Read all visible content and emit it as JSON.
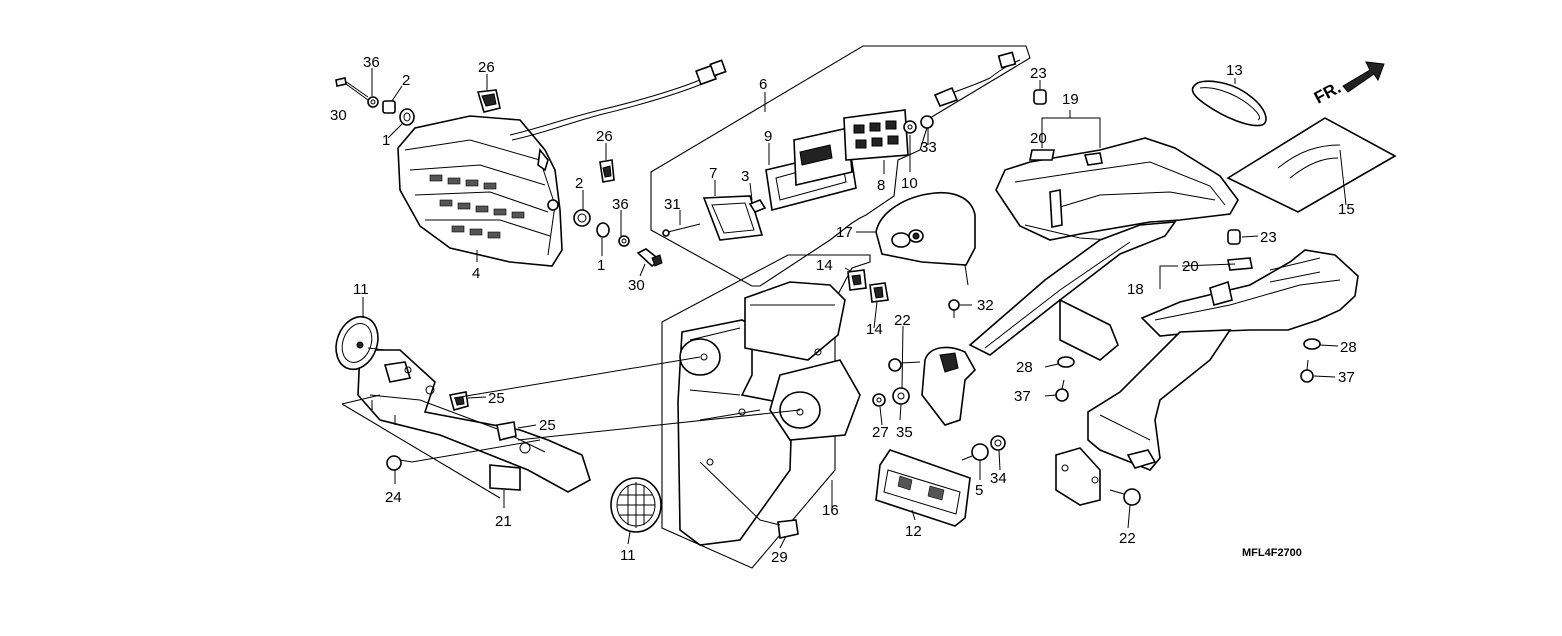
{
  "diagram": {
    "code": "MFL4F2700",
    "direction_label": "FR.",
    "callouts": [
      {
        "id": "c30a",
        "text": "30"
      },
      {
        "id": "c36a",
        "text": "36"
      },
      {
        "id": "c2a",
        "text": "2"
      },
      {
        "id": "c1a",
        "text": "1"
      },
      {
        "id": "c26a",
        "text": "26"
      },
      {
        "id": "c26b",
        "text": "26"
      },
      {
        "id": "c4",
        "text": "4"
      },
      {
        "id": "c2b",
        "text": "2"
      },
      {
        "id": "c36b",
        "text": "36"
      },
      {
        "id": "c1b",
        "text": "1"
      },
      {
        "id": "c30b",
        "text": "30"
      },
      {
        "id": "c6",
        "text": "6"
      },
      {
        "id": "c9",
        "text": "9"
      },
      {
        "id": "c7",
        "text": "7"
      },
      {
        "id": "c3",
        "text": "3"
      },
      {
        "id": "c31",
        "text": "31"
      },
      {
        "id": "c8",
        "text": "8"
      },
      {
        "id": "c10",
        "text": "10"
      },
      {
        "id": "c33",
        "text": "33"
      },
      {
        "id": "c23a",
        "text": "23"
      },
      {
        "id": "c19",
        "text": "19"
      },
      {
        "id": "c20a",
        "text": "20"
      },
      {
        "id": "c13",
        "text": "13"
      },
      {
        "id": "c15",
        "text": "15"
      },
      {
        "id": "c17",
        "text": "17"
      },
      {
        "id": "c23b",
        "text": "23"
      },
      {
        "id": "c20b",
        "text": "20"
      },
      {
        "id": "c18",
        "text": "18"
      },
      {
        "id": "c32",
        "text": "32"
      },
      {
        "id": "c14a",
        "text": "14"
      },
      {
        "id": "c14b",
        "text": "14"
      },
      {
        "id": "c22a",
        "text": "22"
      },
      {
        "id": "c28a",
        "text": "28"
      },
      {
        "id": "c28b",
        "text": "28"
      },
      {
        "id": "c37a",
        "text": "37"
      },
      {
        "id": "c37b",
        "text": "37"
      },
      {
        "id": "c11a",
        "text": "11"
      },
      {
        "id": "c25a",
        "text": "25"
      },
      {
        "id": "c25b",
        "text": "25"
      },
      {
        "id": "c27",
        "text": "27"
      },
      {
        "id": "c35",
        "text": "35"
      },
      {
        "id": "c24",
        "text": "24"
      },
      {
        "id": "c21",
        "text": "21"
      },
      {
        "id": "c11b",
        "text": "11"
      },
      {
        "id": "c16",
        "text": "16"
      },
      {
        "id": "c29",
        "text": "29"
      },
      {
        "id": "c5",
        "text": "5"
      },
      {
        "id": "c34",
        "text": "34"
      },
      {
        "id": "c12",
        "text": "12"
      },
      {
        "id": "c22b",
        "text": "22"
      }
    ]
  }
}
